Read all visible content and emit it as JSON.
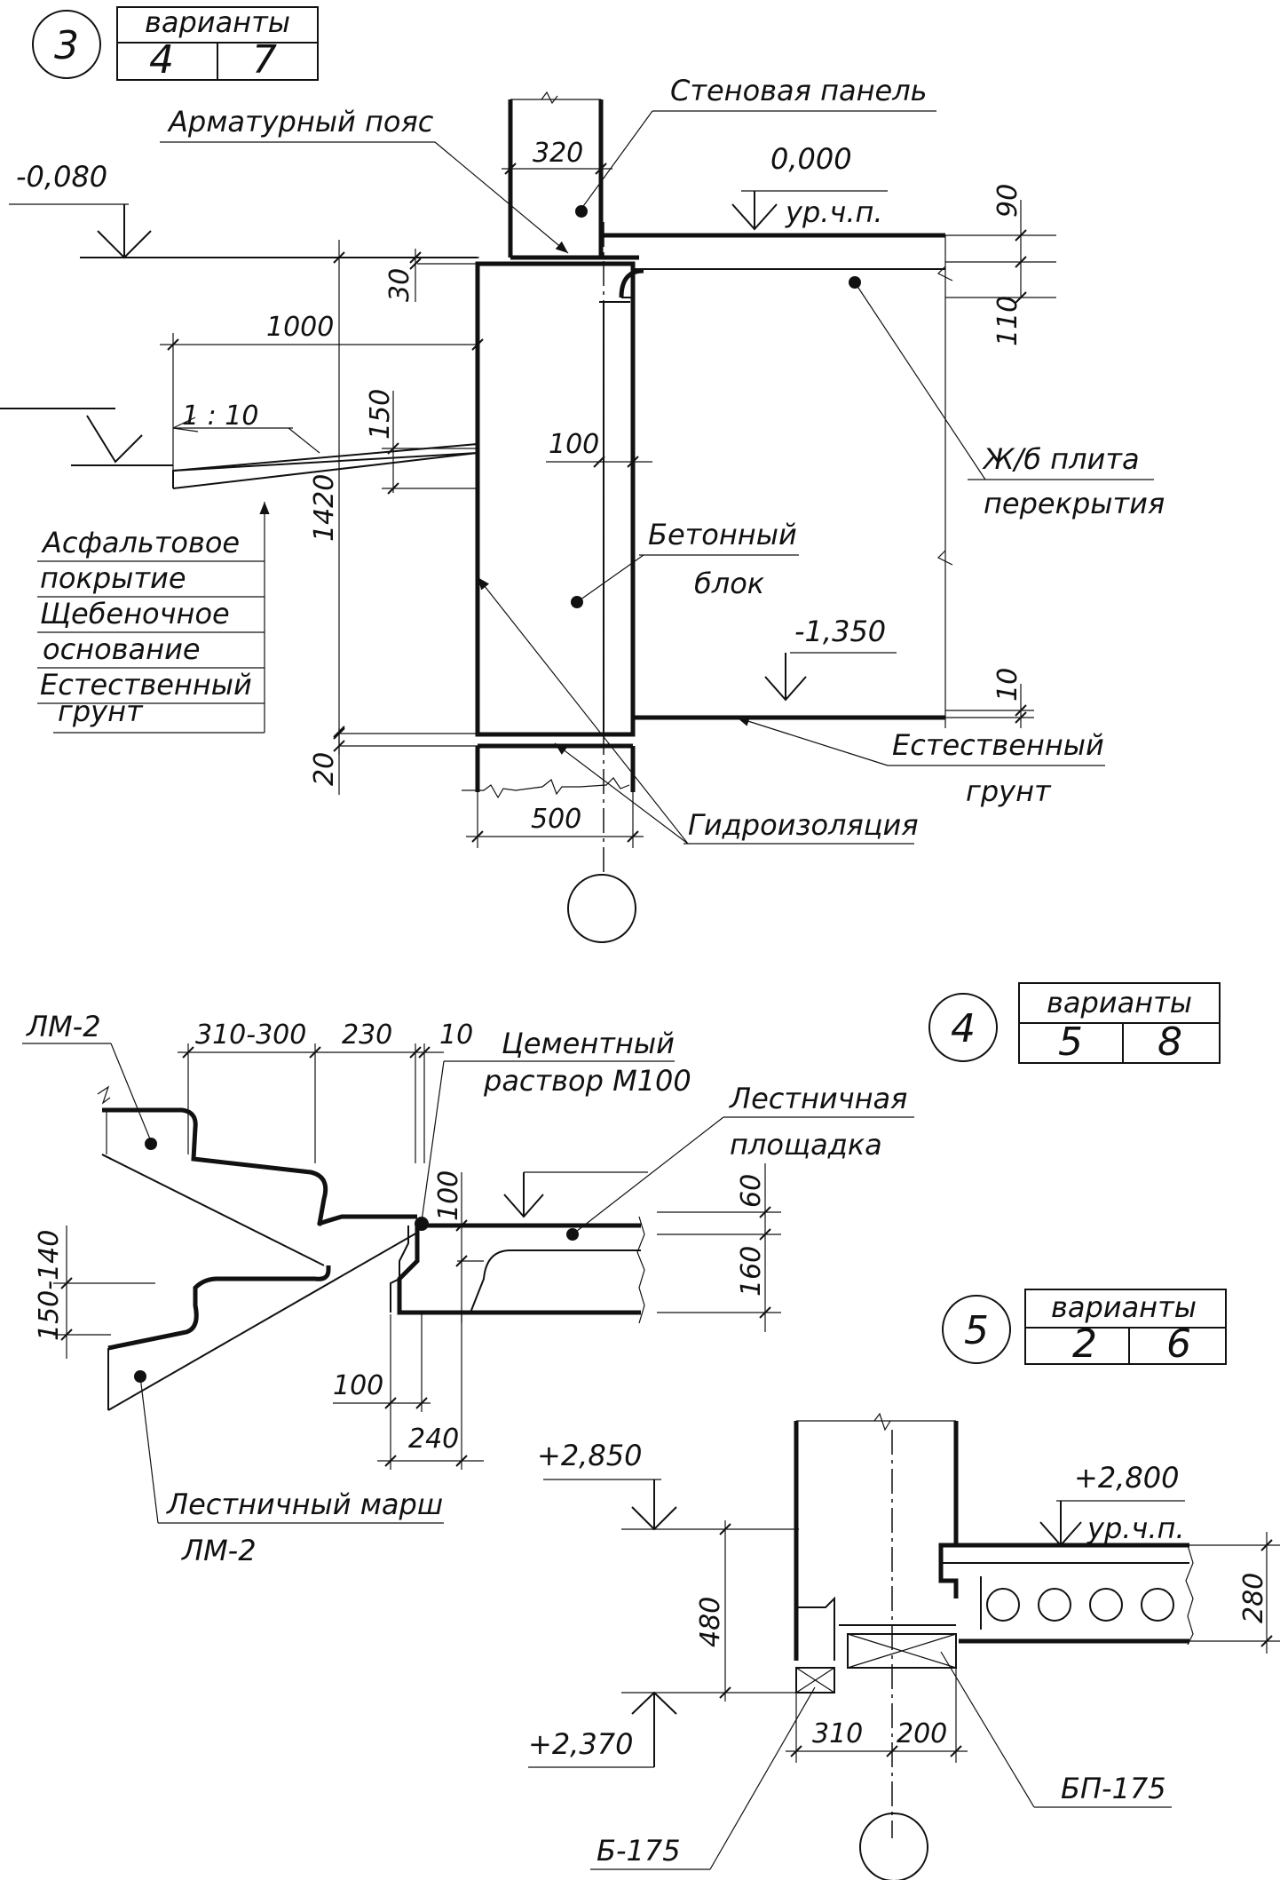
{
  "detail3": {
    "number": "3",
    "variants_header": "варианты",
    "variants": [
      "4",
      "7"
    ],
    "labels": {
      "wall_panel": "Стеновая панель",
      "armature_belt": "Арматурный пояс",
      "level_top_left": "-0,080",
      "level_floor": "0,000",
      "floor_mark": "ур.ч.п.",
      "slab_1": "Ж/б плита",
      "slab_2": "перекрытия",
      "concrete_1": "Бетонный",
      "concrete_2": "блок",
      "level_bottom": "-1,350",
      "soil_right_1": "Естественный",
      "soil_right_2": "грунт",
      "waterproofing": "Гидроизоляция",
      "slope": "1 : 10",
      "asphalt_1": "Асфальтовое",
      "asphalt_2": "покрытие",
      "gravel_1": "Щебеночное",
      "gravel_2": "основание",
      "soil_left_1": "Естественный",
      "soil_left_2": "грунт"
    },
    "dims": {
      "d320": "320",
      "d1000": "1000",
      "d30": "30",
      "d150": "150",
      "d1420": "1420",
      "d100": "100",
      "d90": "90",
      "d110": "110",
      "d10": "10",
      "d20": "20",
      "d500": "500"
    }
  },
  "detail4": {
    "number": "4",
    "variants_header": "варианты",
    "variants": [
      "5",
      "8"
    ],
    "labels": {
      "lm_top": "ЛМ-2",
      "cement_1": "Цементный",
      "cement_2": "раствор М100",
      "landing_1": "Лестничная",
      "landing_2": "площадка",
      "flight_1": "Лестничный марш",
      "flight_2": "ЛМ-2"
    },
    "dims": {
      "d310_300": "310-300",
      "d230": "230",
      "d10": "10",
      "d100_top": "100",
      "d60": "60",
      "d160": "160",
      "d150_140": "150-140",
      "d100_bottom": "100",
      "d240": "240"
    }
  },
  "detail5": {
    "number": "5",
    "variants_header": "варианты",
    "variants": [
      "2",
      "6"
    ],
    "labels": {
      "level_2850": "+2,850",
      "level_2800": "+2,800",
      "floor_mark": "ур.ч.п.",
      "level_2370": "+2,370",
      "b175": "Б-175",
      "bp175": "БП-175"
    },
    "dims": {
      "d480": "480",
      "d280": "280",
      "d310": "310",
      "d200": "200"
    }
  }
}
